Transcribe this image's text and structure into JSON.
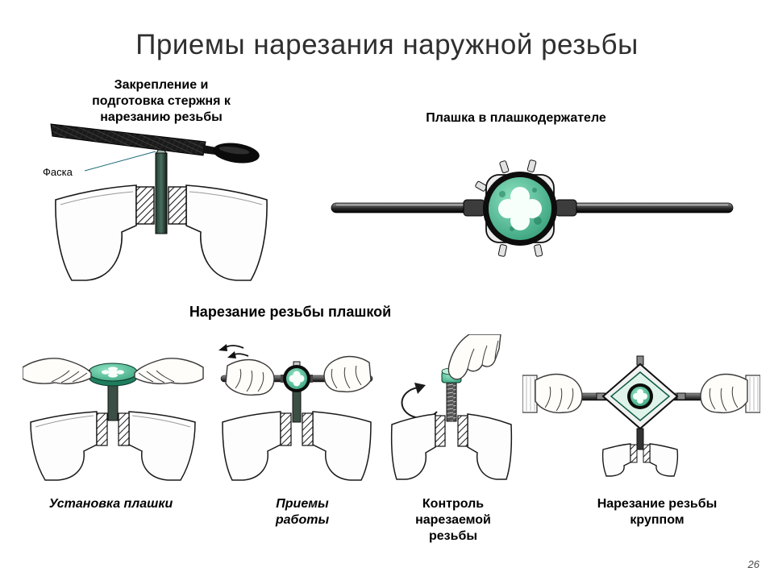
{
  "slide": {
    "title": "Приемы нарезания наружной резьбы",
    "page_number": "26"
  },
  "figures": {
    "rod_preparation": {
      "caption": "Закрепление и подготовка стержня к нарезанию резьбы",
      "chamfer_label": "Фаска"
    },
    "die_in_holder": {
      "caption": "Плашка в плашкодержателе"
    },
    "threading_section": {
      "caption": "Нарезание резьбы плашкой"
    },
    "steps": [
      {
        "caption": "Установка плашки"
      },
      {
        "caption": "Приемы работы"
      },
      {
        "caption": "Контроль нарезаемой резьбы"
      },
      {
        "caption": "Нарезание резьбы круппом"
      }
    ]
  },
  "colors": {
    "die_green": "#2f9a75",
    "die_green_light": "#8fe3c2",
    "metal_dark": "#111111"
  }
}
